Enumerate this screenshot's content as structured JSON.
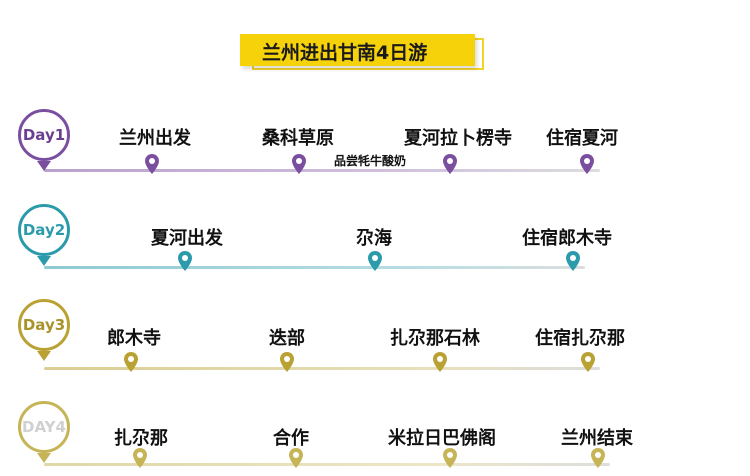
{
  "title": "兰州进出甘南4日游",
  "days": [
    {
      "badge": "Day1",
      "color": "#7b4fa0",
      "text_color": "#6a3f92",
      "stops": [
        "兰州出发",
        "桑科草原",
        "夏河拉卜楞寺",
        "住宿夏河"
      ],
      "note": "品尝牦牛酸奶"
    },
    {
      "badge": "Day2",
      "color": "#2b9bab",
      "text_color": "#2b9bab",
      "stops": [
        "夏河出发",
        "尕海",
        "住宿郎木寺"
      ]
    },
    {
      "badge": "Day3",
      "color": "#b9a233",
      "text_color": "#a8922a",
      "stops": [
        "郎木寺",
        "迭部",
        "扎尕那石林",
        "住宿扎尕那"
      ]
    },
    {
      "badge": "DAY4",
      "color": "#c6b557",
      "text_color": "#d0d0d0",
      "stops": [
        "扎尕那",
        "合作",
        "米拉日巴佛阁",
        "兰州结束"
      ]
    }
  ]
}
